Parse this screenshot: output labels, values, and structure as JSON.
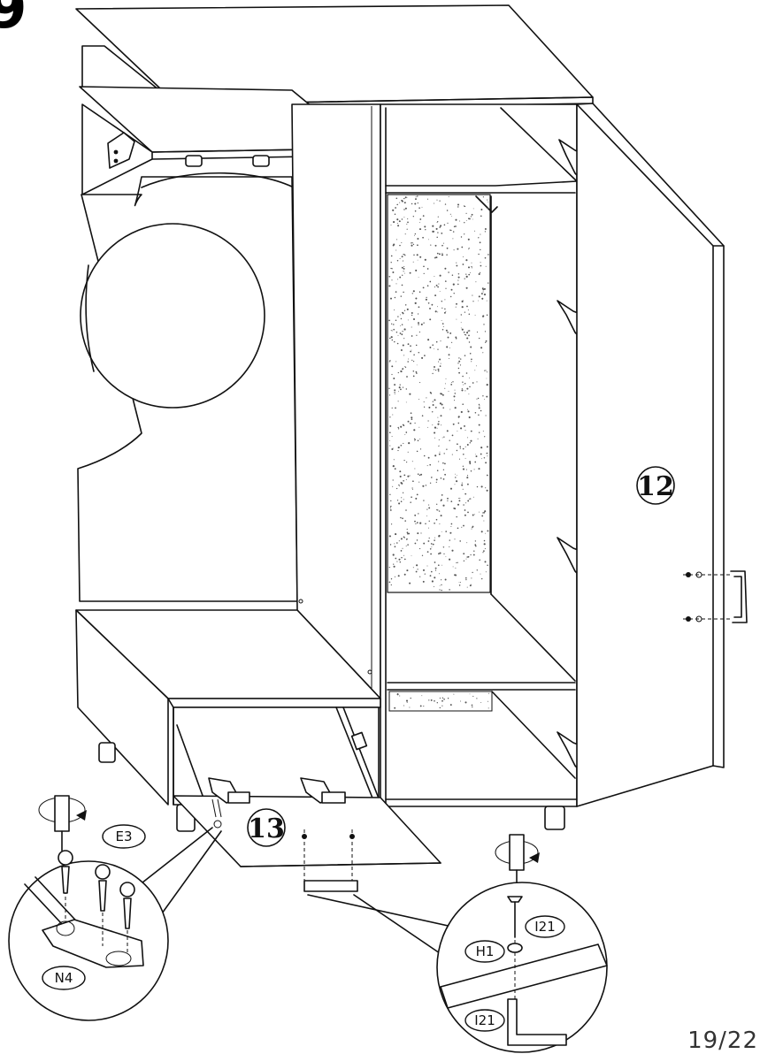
{
  "step_number_partial": "9",
  "page_indicator": "19/22",
  "part_numbers": {
    "door": "12",
    "flap": "13"
  },
  "labels": {
    "e3": "E3",
    "n4": "N4",
    "h1": "H1",
    "i21_top": "I21",
    "i21_bottom": "I21"
  },
  "colors": {
    "line": "#111111",
    "background": "#ffffff"
  }
}
